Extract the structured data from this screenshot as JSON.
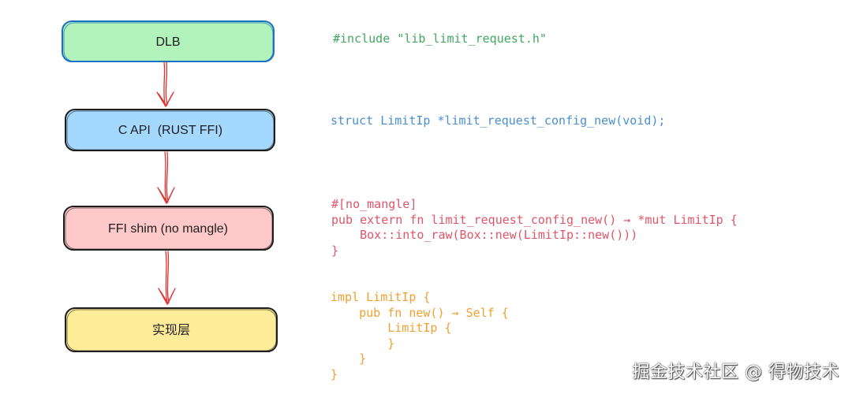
{
  "boxes": [
    {
      "label": "DLB",
      "fill": "#b2f2bb",
      "stroke": "#1971c2"
    },
    {
      "label": "C API  (RUST FFI)",
      "fill": "#a5d8ff",
      "stroke": "#1e1e1e"
    },
    {
      "label": "FFI shim (no mangle)",
      "fill": "#ffc9c9",
      "stroke": "#1e1e1e"
    },
    {
      "label": "实现层",
      "fill": "#ffec99",
      "stroke": "#1e1e1e"
    }
  ],
  "arrow_color": "#e03131",
  "code_blocks": {
    "include": {
      "color": "#40a860",
      "lines": [
        "#include \"lib_limit_request.h\""
      ]
    },
    "struct": {
      "color": "#4a8fd0",
      "lines": [
        "struct LimitIp *limit_request_config_new(void);"
      ]
    },
    "shim": {
      "color": "#e0556a",
      "lines": [
        "#[no_mangle]",
        "pub extern fn limit_request_config_new() → *mut LimitIp {",
        "    Box::into_raw(Box::new(LimitIp::new()))",
        "}"
      ]
    },
    "impl": {
      "color": "#f0a030",
      "lines": [
        "impl LimitIp {",
        "    pub fn new() → Self {",
        "        LimitIp {",
        "        }",
        "    }",
        "}"
      ]
    }
  },
  "watermark": "掘金技术社区 @ 得物技术"
}
